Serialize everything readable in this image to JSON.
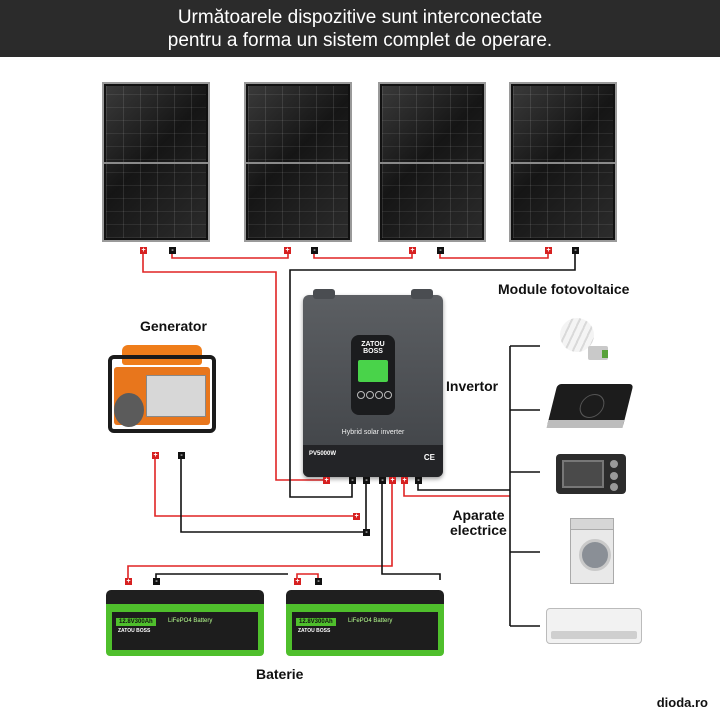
{
  "header": {
    "line1": "Următoarele dispozitive sunt interconectate",
    "line2": "pentru a forma un sistem complet de operare."
  },
  "labels": {
    "modules": "Module fotovoltaice",
    "generator": "Generator",
    "inverter": "Invertor",
    "appliances_line1": "Aparate",
    "appliances_line2": "electrice",
    "batteries": "Baterie"
  },
  "inverter": {
    "logo_line1": "ZATOU",
    "logo_line2": "BOSS",
    "product": "Hybrid solar inverter",
    "model": "PV5000W",
    "cert": "CE"
  },
  "battery": {
    "brand": "ZATOU BOSS",
    "capacity": "12.8V300Ah",
    "chemistry": "LiFePO4 Battery"
  },
  "brand": "dioda.ro",
  "colors": {
    "header_bg": "#2b2b2b",
    "wire_positive": "#e02424",
    "wire_negative": "#111111",
    "battery_green": "#4fbf2c",
    "generator_orange": "#e8761c"
  }
}
